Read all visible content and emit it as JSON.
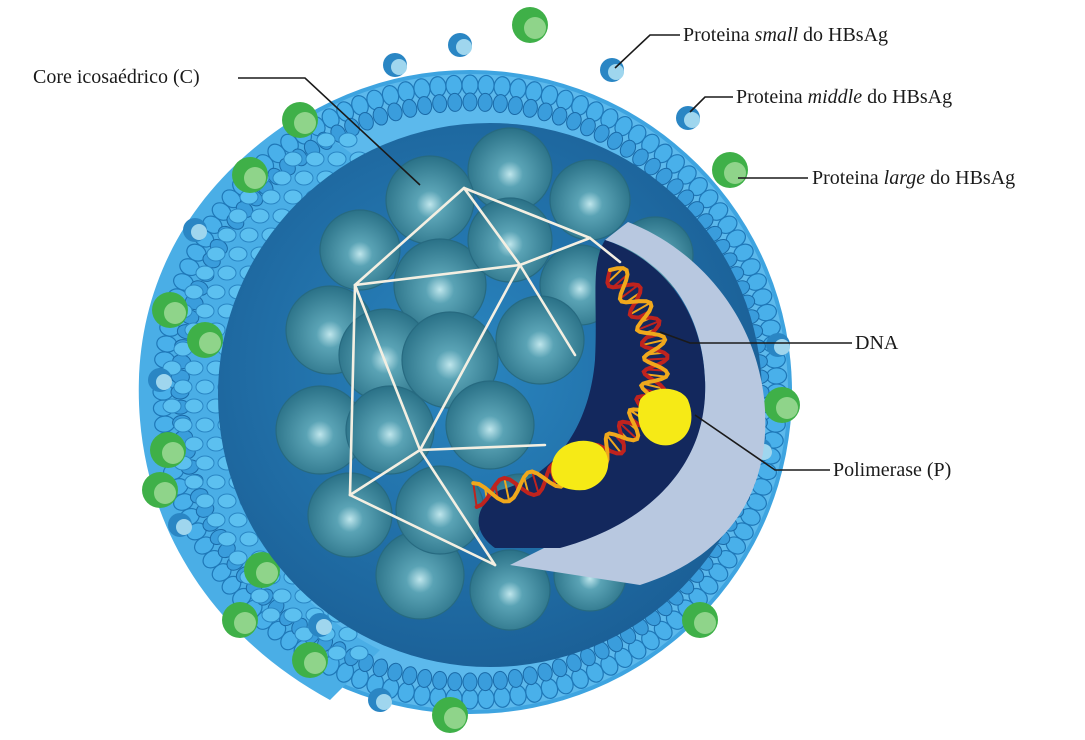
{
  "labels": {
    "core": "Core icosaédrico (C)",
    "small": {
      "prefix": "Proteina ",
      "italic": "small",
      "suffix": " do HBsAg"
    },
    "middle": {
      "prefix": "Proteina ",
      "italic": "middle",
      "suffix": " do HBsAg"
    },
    "large": {
      "prefix": "Proteina ",
      "italic": "large",
      "suffix": " do HBsAg"
    },
    "dna": "DNA",
    "polymerase": "Polimerase (P)"
  },
  "colors": {
    "envelope_outer": "#41a8e4",
    "envelope_inner": "#1d6ba8",
    "capsid": "#2e7a92",
    "capsid_highlight": "#9ed3dc",
    "dna_pocket": "#14295e",
    "pocket_rim": "#b7c6de",
    "dna_strand_a": "#c0231e",
    "dna_strand_b": "#f0a81c",
    "polymerase": "#f5ea1a",
    "surface_protein_green": "#3fb048",
    "surface_protein_lightblue": "#9fd6ee"
  }
}
